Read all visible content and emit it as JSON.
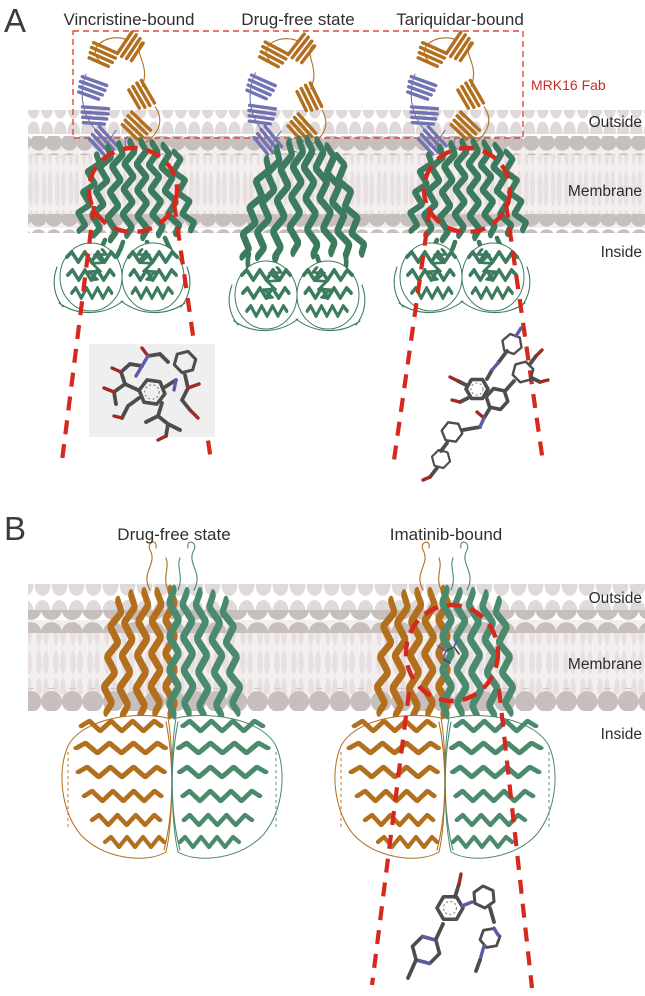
{
  "figure": {
    "panelA": {
      "label": "A",
      "structure_titles": [
        "Vincristine-bound",
        "Drug-free state",
        "Tariquidar-bound"
      ],
      "fab_label": "MRK16 Fab",
      "region_labels": {
        "outside": "Outside",
        "membrane": "Membrane",
        "inside": "Inside"
      }
    },
    "panelB": {
      "label": "B",
      "structure_titles": [
        "Drug-free state",
        "Imatinib-bound"
      ],
      "region_labels": {
        "outside": "Outside",
        "membrane": "Membrane",
        "inside": "Inside"
      }
    },
    "colors": {
      "protein_green_a": "#3d7b5f",
      "protein_green_b": "#4c8a6d",
      "protein_orange": "#b26f1d",
      "fab_blue": "#7173b2",
      "annotation_red": "#d6281c",
      "fab_box_red": "#e0473a",
      "membrane_head": "#c7bebe",
      "membrane_head_light": "#dad3d3",
      "membrane_tail": "#e8e0e0",
      "membrane_band": "#f4efef",
      "molecule_gray": "#4d4d4d",
      "molecule_nitrogen_blue": "#5c5ca8",
      "molecule_oxygen_red": "#9e2b25",
      "label_dark": "#2c2c2c"
    }
  }
}
